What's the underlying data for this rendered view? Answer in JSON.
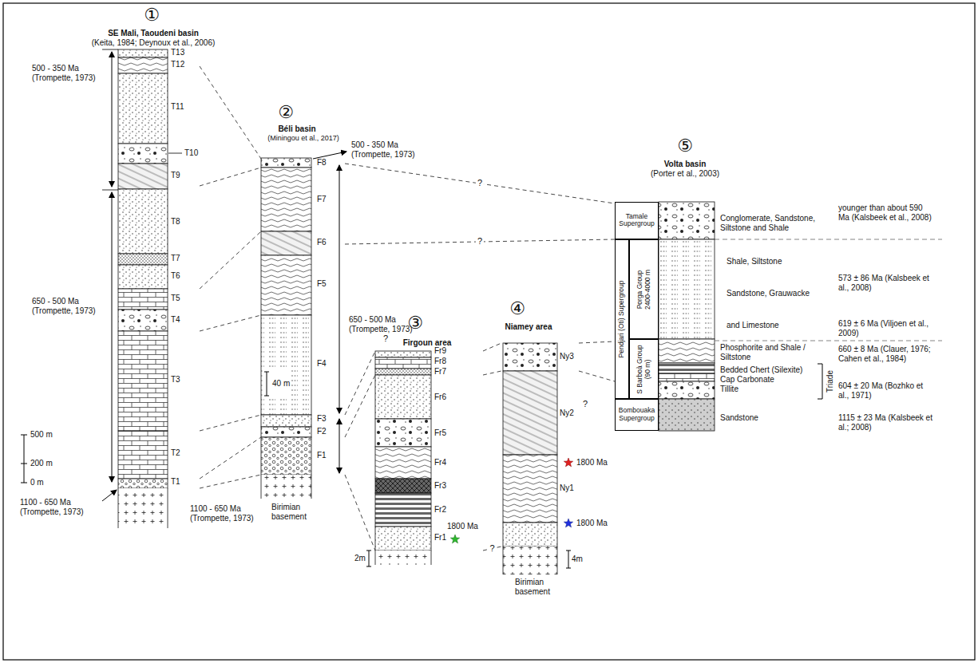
{
  "diagram": {
    "nodes": [
      {
        "text": [
          "①",
          "SE Mali, Taoudeni basin",
          "(Keita, 1984; Deynoux et al., 2006)"
        ]
      },
      {
        "text": [
          "②",
          "Béli basin",
          "(Miningou et al., 2017)"
        ]
      },
      {
        "text": [
          "③",
          "Firgoun area"
        ]
      },
      {
        "text": [
          "④",
          "Niamey area"
        ]
      },
      {
        "text": [
          "⑤",
          "Volta basin",
          "(Porter et al., 2003)"
        ]
      },
      {
        "text": [
          "Tamale Supergroup"
        ],
        "in": 4
      },
      {
        "text": [
          "Pendjari (Oti) Supergroup"
        ],
        "in": 4
      },
      {
        "text": [
          "Porga Group",
          "2400-4000 m"
        ],
        "in": 4
      },
      {
        "text": [
          "S Barboà Group",
          "(90 m)"
        ],
        "in": 4
      },
      {
        "text": [
          "Bombouaka Supergroup"
        ],
        "in": 4
      }
    ],
    "edges": [
      {
        "from": 0,
        "to": 1,
        "arrow": "none"
      },
      {
        "from": 0,
        "to": 1,
        "arrow": "none"
      },
      {
        "from": 0,
        "to": 1,
        "arrow": "none"
      },
      {
        "from": 0,
        "to": 1,
        "arrow": "none"
      },
      {
        "from": 0,
        "to": 1,
        "arrow": "none"
      },
      {
        "from": 0,
        "to": 1,
        "arrow": "none"
      },
      {
        "from": 0,
        "to": 1,
        "arrow": "none"
      },
      {
        "from": 1,
        "to": 2,
        "arrow": "none"
      },
      {
        "from": 1,
        "to": 2,
        "arrow": "none"
      },
      {
        "from": 1,
        "to": 2,
        "arrow": "none"
      },
      {
        "from": 1,
        "to": 4,
        "label": "?",
        "arrow": "none"
      },
      {
        "from": 1,
        "to": 4,
        "label": "?",
        "arrow": "none"
      },
      {
        "from": 2,
        "to": 3,
        "arrow": "none"
      },
      {
        "from": 2,
        "to": 3,
        "arrow": "none"
      },
      {
        "from": 2,
        "to": 3,
        "label": "?",
        "arrow": "none"
      },
      {
        "from": 3,
        "to": 4,
        "arrow": "none"
      },
      {
        "from": 3,
        "to": 4,
        "arrow": "none"
      }
    ],
    "labels": [
      "500 - 350 Ma (Trompette, 1973)",
      "650 - 500 Ma (Trompette, 1973)",
      "1100 - 650 Ma (Trompette, 1973)",
      "500 m",
      "200 m",
      "0 m",
      "T13",
      "T12",
      "T11",
      "T10",
      "T9",
      "T8",
      "T7",
      "T6",
      "T5",
      "T4",
      "T3",
      "T2",
      "T1",
      "500 - 350 Ma (Trompette, 1973)",
      "F8",
      "F7",
      "F6",
      "F5",
      "F4",
      "F3",
      "F2",
      "F1",
      "650 - 500 Ma (Trompette, 1973)",
      "1100 - 650 Ma (Trompette, 1973)",
      "40 m",
      "Birimian basement",
      "?",
      "Fr9",
      "Fr8",
      "Fr7",
      "Fr6",
      "Fr5",
      "Fr4",
      "Fr3",
      "Fr2",
      "Fr1",
      "2m",
      "1800 Ma",
      "Ny3",
      "Ny2",
      "Ny1",
      "1800 Ma",
      "1800 Ma",
      "?",
      "4m",
      "Birimian basement",
      "younger than about 590 Ma (Kalsbeek et al., 2008)",
      "Conglomerate, Sandstone, Siltstone and Shale",
      "573 ± 86 Ma (Kalsbeek et al., 2008)",
      "Shale, Siltstone",
      "Sandstone, Grauwacke",
      "and Limestone",
      "619 ± 6 Ma (Viljoen et al., 2009)",
      "660 ± 8 Ma (Clauer, 1976; Cahen et al., 1984)",
      "Phosphorite and Shale / Siltstone",
      "Bedded Chert (Silexite)",
      "Cap Carbonate",
      "Tillite",
      "Triade",
      "604 ± 20 Ma (Bozhko et al., 1971)",
      "1115 ± 23 Ma (Kalsbeek et al.; 2008)",
      "Sandstone"
    ]
  }
}
